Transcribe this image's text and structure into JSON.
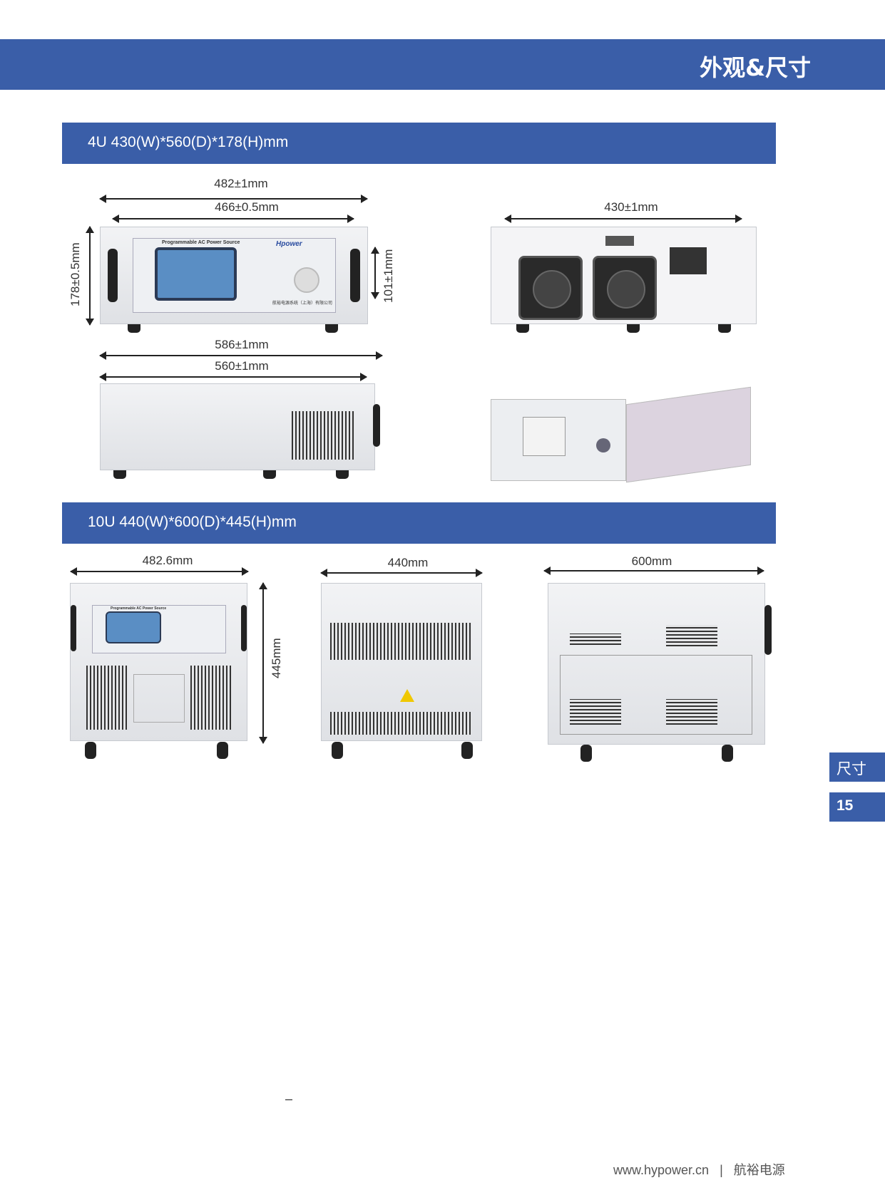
{
  "header": {
    "title": "外观&尺寸"
  },
  "section_4u": {
    "title": "4U 430(W)*560(D)*178(H)mm",
    "dims": {
      "outer_width": "482±1mm",
      "inner_width": "466±0.5mm",
      "height": "178±0.5mm",
      "handle_height": "101±1mm",
      "rear_width": "430±1mm",
      "depth_total": "586±1mm",
      "depth": "560±1mm"
    },
    "front_panel": {
      "title": "Programmable AC Power Source",
      "brand": "Hpower",
      "company": "航裕电源系统（上海）有限公司"
    }
  },
  "section_10u": {
    "title": "10U 440(W)*600(D)*445(H)mm",
    "dims": {
      "front_width": "482.6mm",
      "height": "445mm",
      "rear_width": "440mm",
      "depth": "600mm"
    },
    "front_panel": {
      "title": "Programmable AC Power Source"
    }
  },
  "side_tabs": {
    "section": "尺寸",
    "page": "15"
  },
  "misc": {
    "dash": "–"
  },
  "footer": {
    "url": "www.hypower.cn",
    "separator": "|",
    "brand": "航裕电源"
  }
}
